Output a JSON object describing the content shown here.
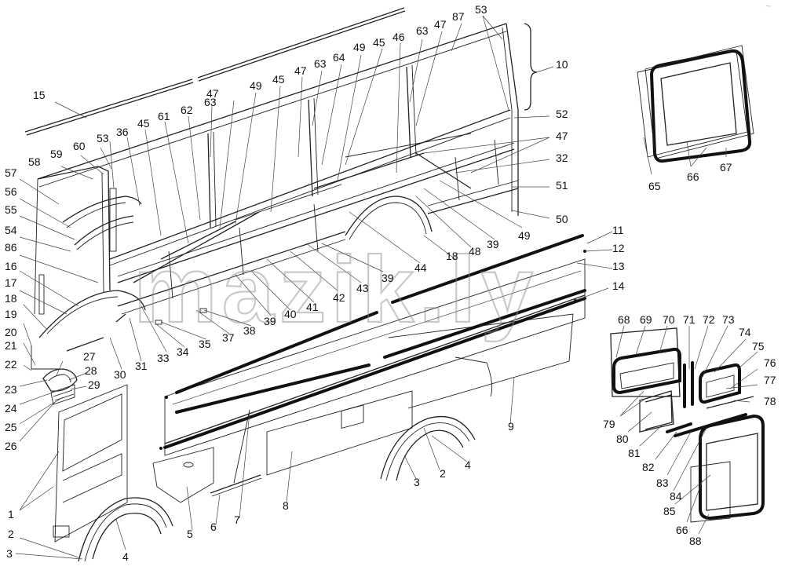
{
  "watermark": "mazik.ly",
  "corner_mark": "~",
  "callouts": [
    "1",
    "2",
    "3",
    "4",
    "5",
    "6",
    "7",
    "8",
    "9",
    "10",
    "11",
    "12",
    "13",
    "14",
    "15",
    "16",
    "17",
    "18",
    "19",
    "20",
    "21",
    "22",
    "23",
    "24",
    "25",
    "26",
    "27",
    "28",
    "29",
    "30",
    "31",
    "32",
    "33",
    "34",
    "35",
    "36",
    "37",
    "38",
    "39",
    "40",
    "41",
    "42",
    "43",
    "44",
    "45",
    "46",
    "47",
    "48",
    "49",
    "50",
    "51",
    "52",
    "53",
    "54",
    "55",
    "56",
    "57",
    "58",
    "59",
    "60",
    "61",
    "62",
    "63",
    "64",
    "65",
    "66",
    "67",
    "68",
    "69",
    "70",
    "71",
    "72",
    "73",
    "74",
    "75",
    "76",
    "77",
    "78",
    "79",
    "80",
    "81",
    "82",
    "83",
    "84",
    "85",
    "86",
    "87",
    "88"
  ]
}
